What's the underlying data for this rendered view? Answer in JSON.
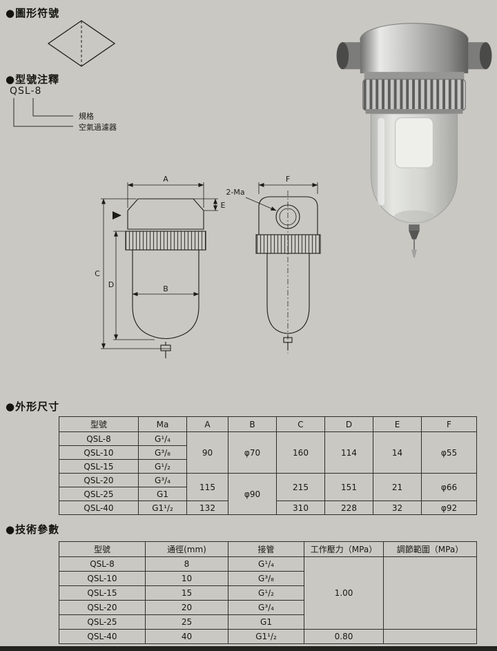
{
  "page": {
    "bg_color": "#c9c8c3"
  },
  "symbol_section": {
    "title": "●圖形符號"
  },
  "model_section": {
    "title": "●型號注釋",
    "code": "QSL-8",
    "spec_label": "規格",
    "product_label": "空氣過濾器"
  },
  "drawing": {
    "dim_a": "A",
    "dim_b": "B",
    "dim_c": "C",
    "dim_d": "D",
    "dim_e": "E",
    "dim_f": "F",
    "port_note": "2-Ma"
  },
  "dims": {
    "title": "●外形尺寸",
    "headers": [
      "型號",
      "Ma",
      "A",
      "B",
      "C",
      "D",
      "E",
      "F"
    ],
    "col_model": [
      "QSL-8",
      "QSL-10",
      "QSL-15",
      "QSL-20",
      "QSL-25",
      "QSL-40"
    ],
    "col_ma": [
      "G¹/₄",
      "G³/₈",
      "G¹/₂",
      "G³/₄",
      "G1",
      "G1¹/₂"
    ],
    "group1": {
      "a": "90",
      "b": "φ70",
      "c": "160",
      "d": "114",
      "e": "14",
      "f": "φ55"
    },
    "group2": {
      "a": "115",
      "b": "φ90",
      "c": "215",
      "d": "151",
      "e": "21",
      "f": "φ66"
    },
    "row6": {
      "a": "132",
      "c": "310",
      "d": "228",
      "e": "32",
      "f": "φ92"
    }
  },
  "params": {
    "title": "●技術參數",
    "headers": [
      "型號",
      "通徑(mm)",
      "接管",
      "工作壓力（MPa）",
      "調節範圍（MPa）"
    ],
    "rows": [
      {
        "model": "QSL-8",
        "bore": "8",
        "pipe": "G¹/₄"
      },
      {
        "model": "QSL-10",
        "bore": "10",
        "pipe": "G³/₈"
      },
      {
        "model": "QSL-15",
        "bore": "15",
        "pipe": "G¹/₂"
      },
      {
        "model": "QSL-20",
        "bore": "20",
        "pipe": "G³/₄"
      },
      {
        "model": "QSL-25",
        "bore": "25",
        "pipe": "G1"
      },
      {
        "model": "QSL-40",
        "bore": "40",
        "pipe": "G1¹/₂"
      }
    ],
    "working_pressure_main": "1.00",
    "working_pressure_qsl40": "0.80",
    "adjust_range": ""
  }
}
